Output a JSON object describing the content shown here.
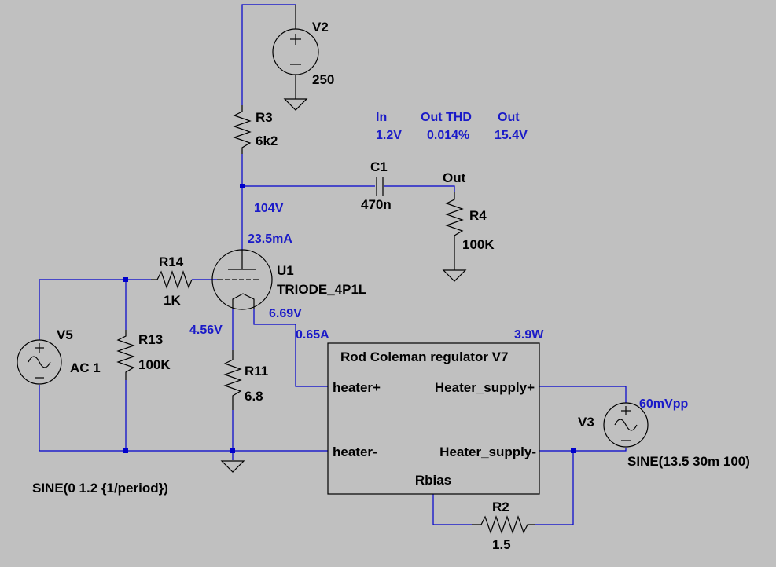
{
  "components": {
    "v2": {
      "name": "V2",
      "value": "250"
    },
    "r3": {
      "name": "R3",
      "value": "6k2"
    },
    "c1": {
      "name": "C1",
      "value": "470n"
    },
    "r4": {
      "name": "R4",
      "value": "100K"
    },
    "u1": {
      "name": "U1",
      "value": "TRIODE_4P1L"
    },
    "r14": {
      "name": "R14",
      "value": "1K"
    },
    "r13": {
      "name": "R13",
      "value": "100K"
    },
    "v5": {
      "name": "V5",
      "value": "AC 1",
      "spice": "SINE(0 1.2 {1/period})"
    },
    "r11": {
      "name": "R11",
      "value": "6.8"
    },
    "v3": {
      "name": "V3",
      "spice": "SINE(13.5 30m 100)"
    },
    "r2": {
      "name": "R2",
      "value": "1.5"
    },
    "v7": {
      "title": "Rod Coleman regulator V7",
      "pins": {
        "heater_plus": "heater+",
        "heater_minus": "heater-",
        "supply_plus": "Heater_supply+",
        "supply_minus": "Heater_supply-",
        "rbias": "Rbias"
      }
    }
  },
  "net_labels": {
    "out": "Out"
  },
  "annotations": {
    "plate_voltage": "104V",
    "plate_current": "23.5mA",
    "filament_voltage": "6.69V",
    "filament_current": "0.65A",
    "cathode_voltage": "4.56V",
    "regulator_power": "3.9W",
    "ripple": "60mVpp"
  },
  "measurements": {
    "headers": {
      "in": "In",
      "thd": "Out THD",
      "out": "Out"
    },
    "values": {
      "in": "1.2V",
      "thd": "0.014%",
      "out": "15.4V"
    }
  },
  "colors": {
    "background": "#c0c0c0",
    "wire": "#0000cc",
    "component": "#000000",
    "annotation": "#1a1ac8"
  }
}
